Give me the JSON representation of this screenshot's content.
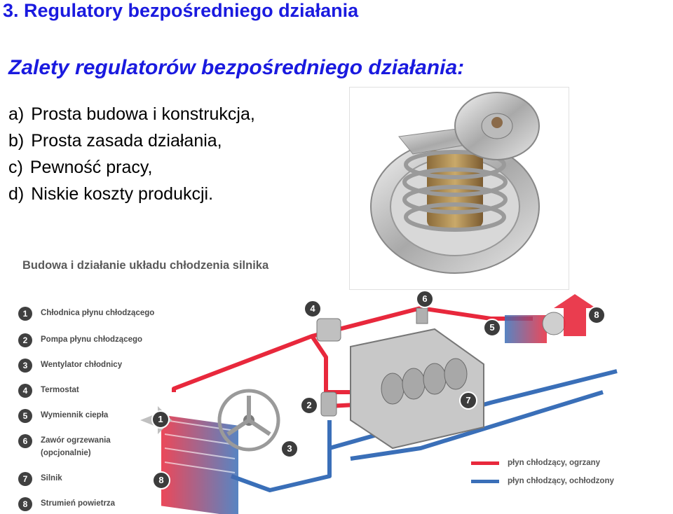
{
  "slide": {
    "title": "3. Regulatory bezpośredniego działania",
    "subtitle": "Zalety regulatorów bezpośredniego działania:",
    "advantages": [
      {
        "letter": "a)",
        "text": "Prosta budowa i konstrukcja,"
      },
      {
        "letter": "b)",
        "text": "Prosta zasada działania,"
      },
      {
        "letter": "c)",
        "text": "Pewność pracy,"
      },
      {
        "letter": "d)",
        "text": "Niskie koszty produkcji."
      }
    ]
  },
  "diagram": {
    "title": "Budowa i działanie układu chłodzenia silnika",
    "legend": [
      {
        "num": "1",
        "label": "Chłodnica płynu chłodzącego"
      },
      {
        "num": "2",
        "label": "Pompa płynu chłodzącego"
      },
      {
        "num": "3",
        "label": "Wentylator chłodnicy"
      },
      {
        "num": "4",
        "label": "Termostat"
      },
      {
        "num": "5",
        "label": "Wymiennik ciepła"
      },
      {
        "num": "6",
        "label": "Zawór ogrzewania (opcjonalnie)"
      },
      {
        "num": "7",
        "label": "Silnik"
      },
      {
        "num": "8",
        "label": "Strumień powietrza"
      }
    ],
    "flow_legend": [
      {
        "label": "płyn chłodzący, ogrzany",
        "color": "#e8283c"
      },
      {
        "label": "płyn chłodzący, ochłodzony",
        "color": "#3a6fb8"
      }
    ],
    "callouts": [
      "1",
      "2",
      "3",
      "4",
      "5",
      "6",
      "7",
      "8",
      "8"
    ]
  },
  "colors": {
    "title_blue": "#1a1adf",
    "hot": "#e8283c",
    "cold": "#3a6fb8"
  }
}
